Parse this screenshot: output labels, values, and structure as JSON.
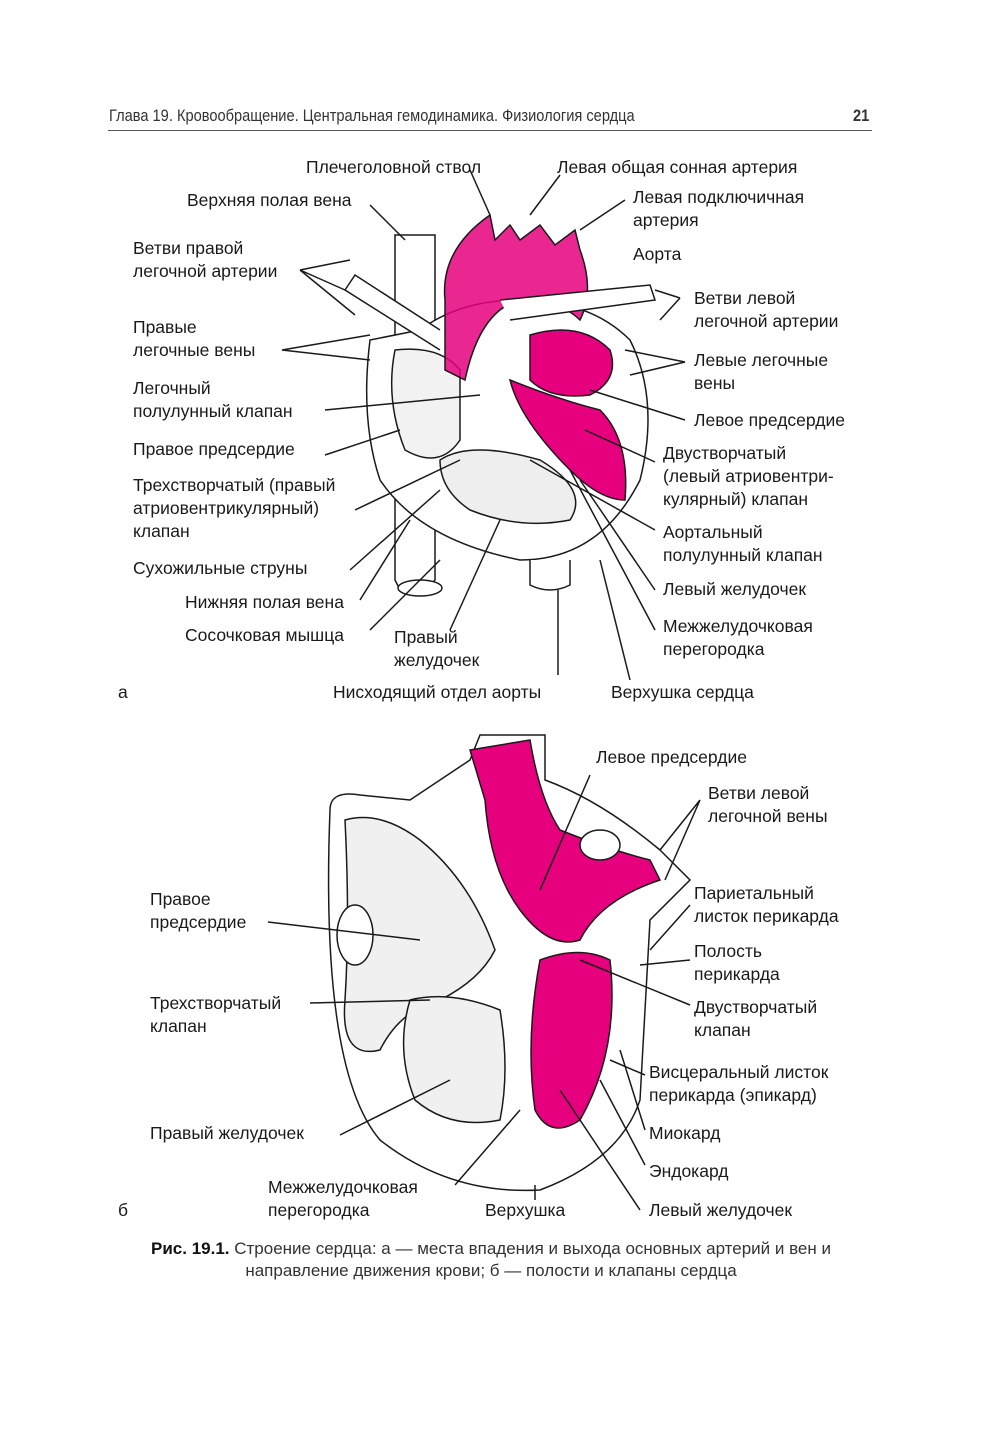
{
  "header": {
    "title": "Глава 19. Кровообращение. Центральная гемодинамика. Физиология сердца",
    "page_number": "21"
  },
  "figure_a": {
    "panel_letter": "а",
    "labels": [
      "Плечеголовной ствол",
      "Левая общая сонная артерия",
      "Верхняя полая вена",
      "Левая подключичная\nартерия",
      "Ветви правой\nлегочной артерии",
      "Аорта",
      "Ветви левой\nлегочной артерии",
      "Правые\nлегочные вены",
      "Левые легочные\nвены",
      "Легочный\nполулунный клапан",
      "Левое предсердие",
      "Правое предсердие",
      "Двустворчатый\n(левый атриовентри-\nкулярный) клапан",
      "Трехстворчатый (правый\nатриовентрикулярный)\nклапан",
      "Аортальный\nполулунный клапан",
      "Сухожильные струны",
      "Левый желудочек",
      "Нижняя полая вена",
      "Сосочковая мышца",
      "Правый\nжелудочек",
      "Межжелудочковая\nперегородка",
      "Нисходящий отдел аорты",
      "Верхушка сердца"
    ]
  },
  "figure_b": {
    "panel_letter": "б",
    "labels": [
      "Левое предсердие",
      "Ветви левой\nлегочной вены",
      "Правое\nпредсердие",
      "Париетальный\nлисток перикарда",
      "Полость\nперикарда",
      "Трехстворчатый\nклапан",
      "Двустворчатый\nклапан",
      "Висцеральный листок\nперикарда (эпикард)",
      "Правый желудочек",
      "Миокард",
      "Эндокард",
      "Межжелудочковая\nперегородка",
      "Верхушка",
      "Левый желудочек"
    ]
  },
  "caption": {
    "label": "Рис. 19.1.",
    "text": " Строение сердца: а — места впадения и выхода основных артерий и вен и направление движения крови; б — полости и клапаны сердца"
  },
  "colors": {
    "oxygenated": "#e6007e",
    "ink": "#1a1a1a"
  }
}
